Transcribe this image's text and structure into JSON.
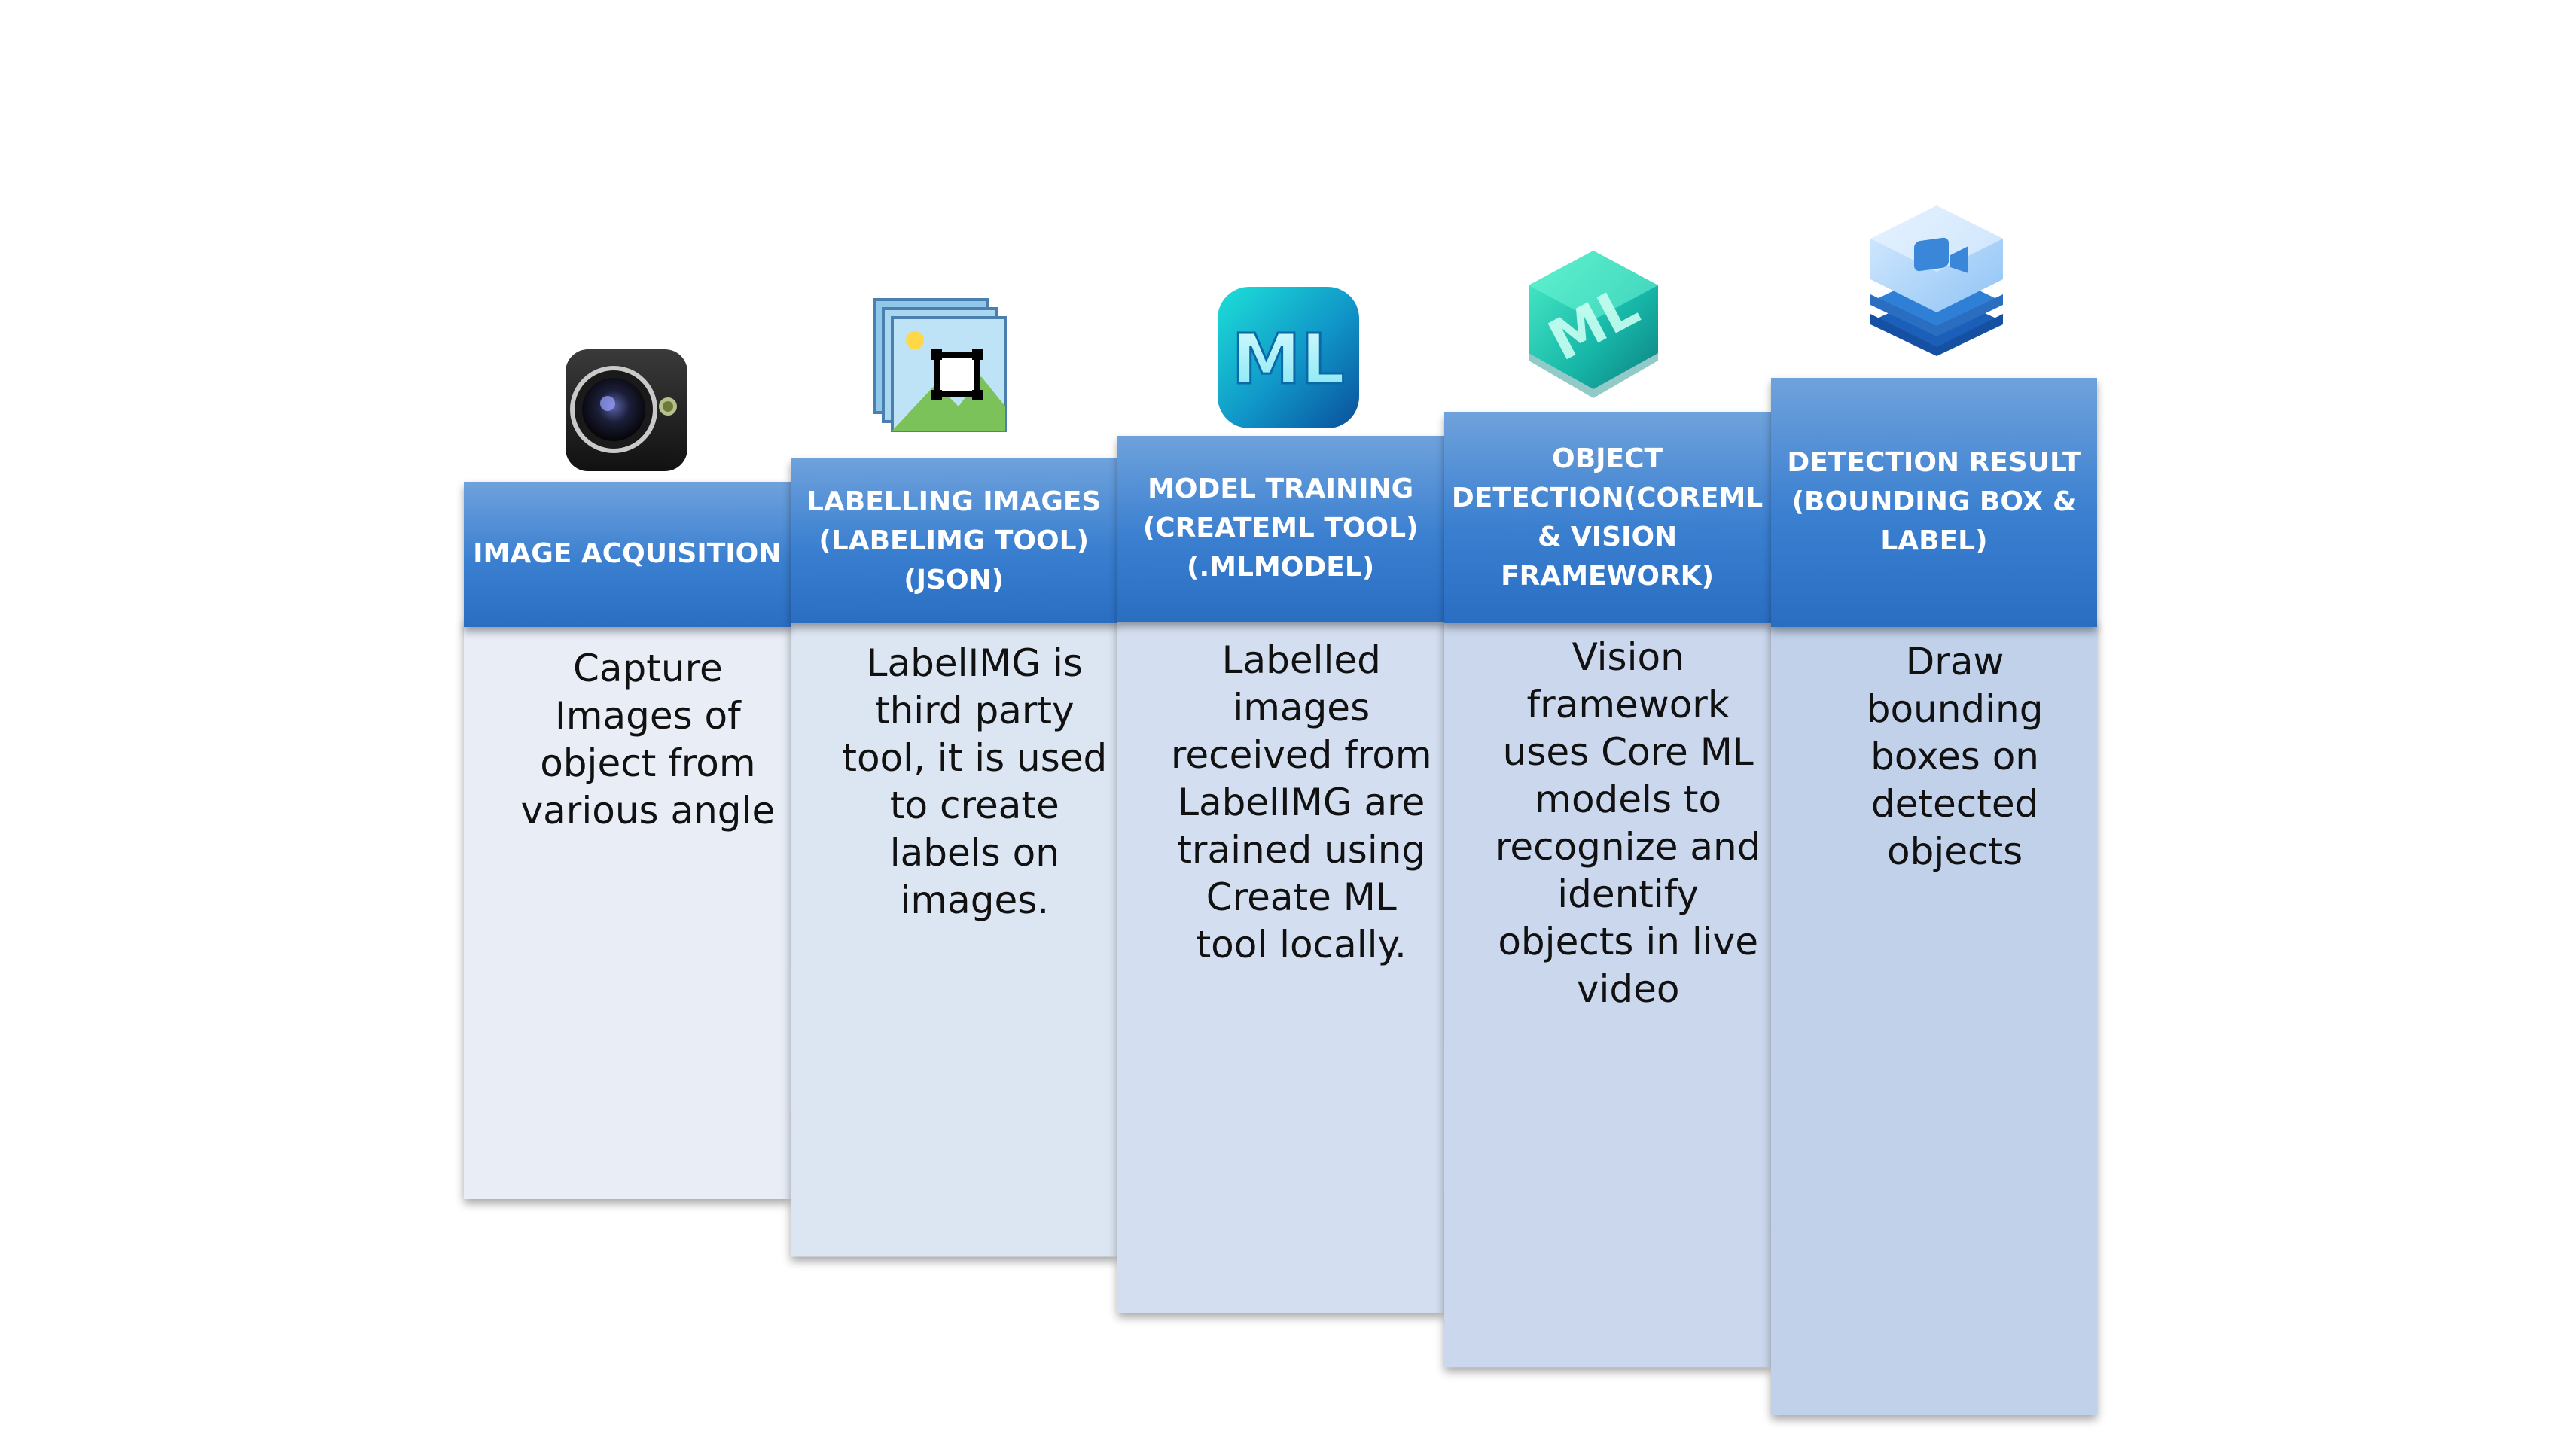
{
  "steps": [
    {
      "icon": "camera-icon",
      "header": "IMAGE ACQUISITION",
      "body": "Capture\nImages of\nobject from\nvarious angle",
      "color": "#e8edf6"
    },
    {
      "icon": "labelimg-icon",
      "header": "LABELLING IMAGES\n(LABELIMG TOOL)\n(JSON)",
      "body": "LabelIMG is\nthird party\ntool, it is used\nto create\nlabels on\nimages.",
      "color": "#dce5f2"
    },
    {
      "icon": "createml-icon",
      "header": "MODEL TRAINING\n(CREATEML TOOL)\n(.MLMODEL)",
      "body": "Labelled\nimages\nreceived from\nLabelIMG are\ntrained using\nCreate ML\ntool locally.",
      "color": "#d3def0"
    },
    {
      "icon": "coreml-icon",
      "header": "OBJECT\nDETECTION(COREML\n& VISION\nFRAMEWORK)",
      "body": "Vision\nframework\nuses Core ML\nmodels to\nrecognize and\nidentify\nobjects in live\nvideo",
      "color": "#cad7ed"
    },
    {
      "icon": "reality-composer-icon",
      "header": "DETECTION RESULT\n(BOUNDING BOX &\nLABEL)",
      "body": "Draw\nbounding\nboxes on\ndetected\nobjects",
      "color": "#c1d1ea"
    }
  ]
}
